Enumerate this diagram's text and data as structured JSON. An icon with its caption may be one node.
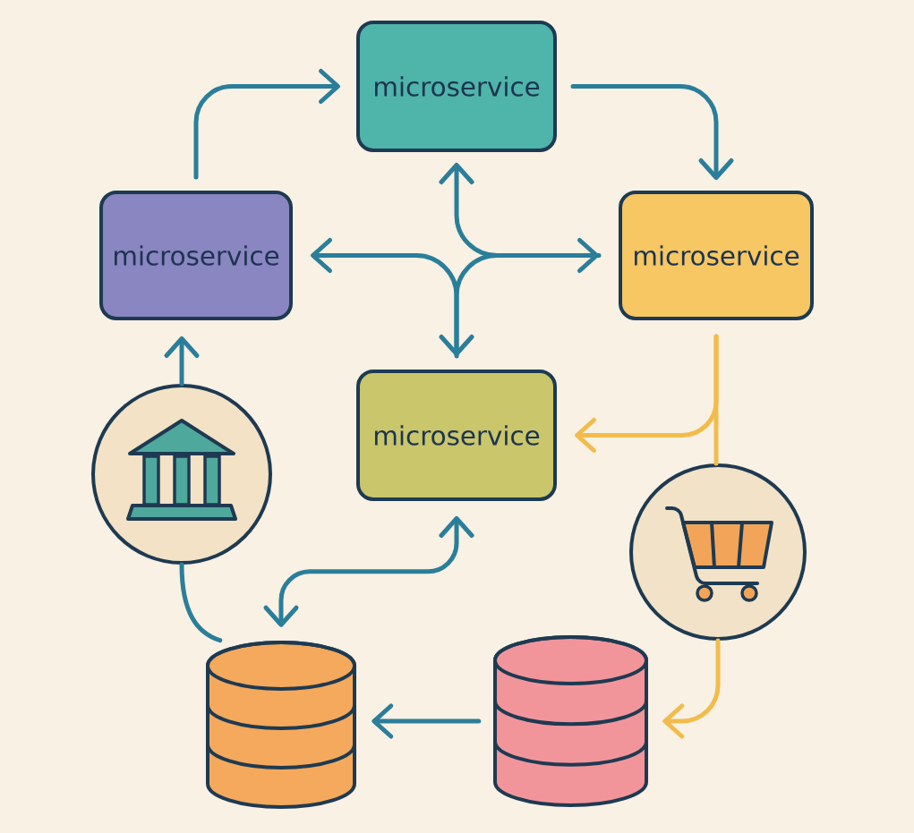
{
  "diagram": {
    "nodes": [
      {
        "text": [
          "microservice"
        ]
      },
      {
        "text": [
          "microservice"
        ]
      },
      {
        "text": [
          "microservice"
        ]
      },
      {
        "text": [
          "microservice"
        ]
      },
      {
        "text": [],
        "shape": "circle"
      },
      {
        "text": [],
        "shape": "circle"
      },
      {
        "text": [],
        "shape": "cylinder"
      },
      {
        "text": [],
        "shape": "cylinder"
      }
    ],
    "edges": [
      {
        "from": 1,
        "to": 0,
        "arrow": "to"
      },
      {
        "from": 0,
        "to": 2,
        "arrow": "to"
      },
      {
        "from": 0,
        "to": 2,
        "arrow": "both"
      },
      {
        "from": 1,
        "to": 3,
        "arrow": "both"
      },
      {
        "from": 2,
        "to": 3,
        "arrow": "none"
      },
      {
        "from": 2,
        "to": 3,
        "arrow": "to",
        "color": "#f2bc4c"
      },
      {
        "from": 2,
        "to": 5,
        "arrow": "none",
        "color": "#f2bc4c"
      },
      {
        "from": 5,
        "to": 7,
        "arrow": "to",
        "color": "#f2bc4c"
      },
      {
        "from": 4,
        "to": 1,
        "arrow": "to"
      },
      {
        "from": 4,
        "to": 6,
        "arrow": "none"
      },
      {
        "from": 3,
        "to": 6,
        "arrow": "both"
      },
      {
        "from": 7,
        "to": 6,
        "arrow": "to"
      }
    ]
  }
}
